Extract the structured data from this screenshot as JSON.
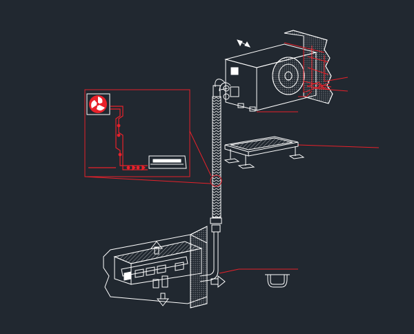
{
  "drawing": {
    "background_color": "#212830",
    "line_color": "#ffffff",
    "annotation_color": "#e8212a"
  },
  "components": [
    "outdoor-condenser-unit",
    "wall-mount-bracket",
    "wall-section",
    "mounting-stand",
    "insulated-refrigerant-line",
    "indoor-wall-unit",
    "condensate-drain-trap",
    "detail-callout-box"
  ]
}
